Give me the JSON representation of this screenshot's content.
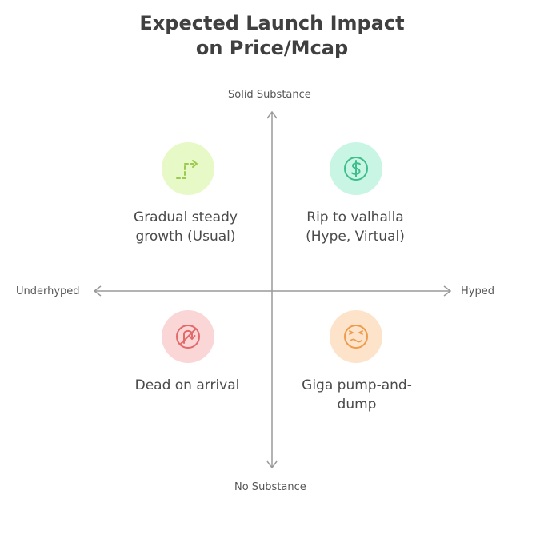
{
  "title": {
    "line1": "Expected Launch Impact",
    "line2": "on Price/Mcap"
  },
  "axes": {
    "top": "Solid Substance",
    "bottom": "No Substance",
    "left": "Underhyped",
    "right": "Hyped"
  },
  "quadrants": {
    "top_left": {
      "line1": "Gradual steady",
      "line2": "growth (Usual)",
      "icon": "rising-step-arrow-icon",
      "bg": "#e8f9c8",
      "stroke": "#9cc94f"
    },
    "top_right": {
      "line1": "Rip to valhalla",
      "line2": "(Hype, Virtual)",
      "icon": "dollar-icon",
      "bg": "#c9f5e4",
      "stroke": "#3fbd8c"
    },
    "bottom_left": {
      "line1": "Dead on arrival",
      "line2": "",
      "icon": "u-turn-prohibited-icon",
      "bg": "#fbd6d6",
      "stroke": "#e26a6a"
    },
    "bottom_right": {
      "line1": "Giga pump-and-",
      "line2": "dump",
      "icon": "sick-face-icon",
      "bg": "#fde3c9",
      "stroke": "#ee9b4b"
    }
  }
}
